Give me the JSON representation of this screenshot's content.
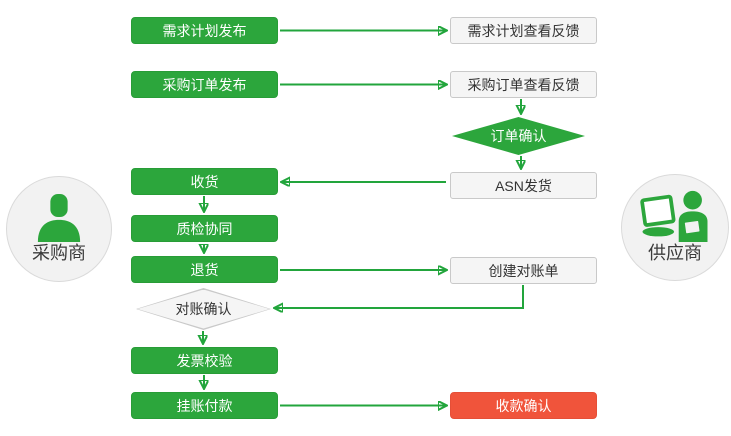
{
  "actors": {
    "buyer": {
      "label": "采购商"
    },
    "supplier": {
      "label": "供应商"
    }
  },
  "nodes": {
    "demand_plan_publish": {
      "label": "需求计划发布",
      "style": "green"
    },
    "demand_plan_feedback": {
      "label": "需求计划查看反馈",
      "style": "light"
    },
    "po_publish": {
      "label": "采购订单发布",
      "style": "green"
    },
    "po_feedback": {
      "label": "采购订单查看反馈",
      "style": "light"
    },
    "order_confirm": {
      "label": "订单确认",
      "style": "green-diamond"
    },
    "asn_ship": {
      "label": "ASN发货",
      "style": "light"
    },
    "receive": {
      "label": "收货",
      "style": "green"
    },
    "quality_sync": {
      "label": "质检协同",
      "style": "green"
    },
    "return_goods": {
      "label": "退货",
      "style": "green"
    },
    "create_statement": {
      "label": "创建对账单",
      "style": "light"
    },
    "statement_confirm": {
      "label": "对账确认",
      "style": "light-diamond"
    },
    "invoice_check": {
      "label": "发票校验",
      "style": "green"
    },
    "book_payment": {
      "label": "挂账付款",
      "style": "green"
    },
    "receipt_confirm": {
      "label": "收款确认",
      "style": "red"
    }
  },
  "colors": {
    "process_green": "#2CA63C",
    "terminal_red": "#F0543B",
    "connector_green": "#22A53C",
    "light_fill": "#F5F5F5",
    "light_border": "#C9C9C9",
    "actor_fill": "#F2F2F2"
  }
}
